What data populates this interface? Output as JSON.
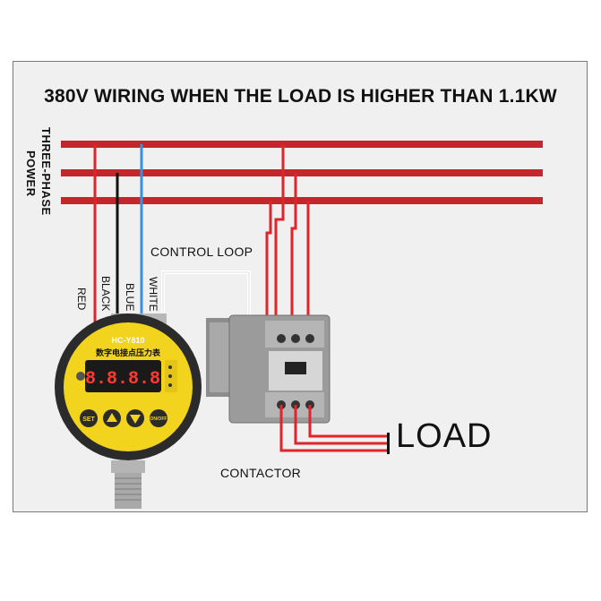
{
  "title": "380V WIRING WHEN THE LOAD IS HIGHER THAN 1.1KW",
  "power_label": [
    "THREE-PHASE",
    "POWER"
  ],
  "wire_labels": {
    "red": "RED",
    "black": "BLACK",
    "blue": "BLUE",
    "white": "WHITE"
  },
  "control_loop_label": "CONTROL LOOP",
  "contactor_label": "CONTACTOR",
  "load_label": "LOAD",
  "gauge": {
    "model": "HC-Y810",
    "subtitle": "数字电接点压力表",
    "display": "8.8.8.8",
    "buttons": [
      "SET",
      "",
      "",
      "ON/OFF"
    ]
  },
  "colors": {
    "frame_bg": "#f0f0f0",
    "bus_red": "#c4262e",
    "wire_red": "#e0242a",
    "wire_black": "#111111",
    "wire_blue": "#3a8fe0",
    "wire_white": "#ffffff",
    "gauge_yellow": "#f2d31d",
    "contactor_grey": "#9b9b9b"
  },
  "icons": [
    "up-arrow-icon",
    "down-arrow-icon"
  ]
}
